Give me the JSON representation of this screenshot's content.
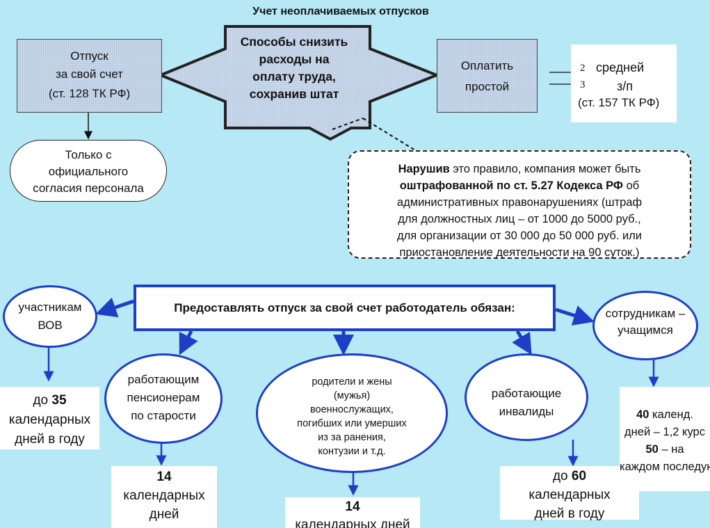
{
  "title": "Учет неоплачиваемых отпусков",
  "center_arrow": [
    "Способы снизить",
    "расходы на",
    "оплату труда,",
    "сохранив штат"
  ],
  "left_box": [
    "Отпуск",
    "за свой счет",
    "(ст. 128 ТК  РФ)"
  ],
  "right_box": [
    "Оплатить",
    "простой"
  ],
  "fraction": {
    "numerator": "2",
    "denominator": "3",
    "text1": "средней",
    "text2": "з/п",
    "text3": "(ст. 157 ТК РФ)"
  },
  "consent": [
    "Только с",
    "официального",
    "согласия персонала"
  ],
  "penalty": {
    "bold1": "Нарушив",
    "text1": " это правило, компания может быть",
    "bold2": "оштрафованной по ст. 5.27  Кодекса РФ",
    "text2": " об",
    "line3": "административных правонарушениях (штраф",
    "line4": "для должностных лиц – от 1000 до 5000 руб.,",
    "line5": "для организации от 30 000 до 50 000 руб. или",
    "line6": "приостановление деятельности на 90 суток.)"
  },
  "main": "Предоставлять отпуск за свой счет работодатель обязан:",
  "groups": {
    "vov": {
      "label": [
        "участникам",
        "ВОВ"
      ],
      "pre": "до ",
      "num": "35",
      "rest": [
        "календарных",
        "дней в году"
      ]
    },
    "pensioners": {
      "label": [
        "работающим",
        "пенсионерам",
        "по старости"
      ],
      "num": "14",
      "rest": [
        "календарных",
        "дней"
      ]
    },
    "families": {
      "label": [
        "родители и жены",
        "(мужья)",
        "военнослужащих,",
        "погибших или умерших",
        "из за ранения,",
        "контузии и т.д."
      ],
      "num": "14",
      "rest": "календарных дней"
    },
    "disabled": {
      "label": [
        "работающие",
        "инвалиды"
      ],
      "pre": "до ",
      "num": "60",
      "rest": [
        "календарных",
        "дней  в году"
      ]
    },
    "students": {
      "label": [
        "сотрудникам –",
        "учащимся"
      ],
      "num1": "40",
      "t1": " календ.",
      "t2": "дней – 1,2 курс",
      "num2": "50",
      "t3": " – на",
      "t4": "каждом последующем"
    }
  }
}
